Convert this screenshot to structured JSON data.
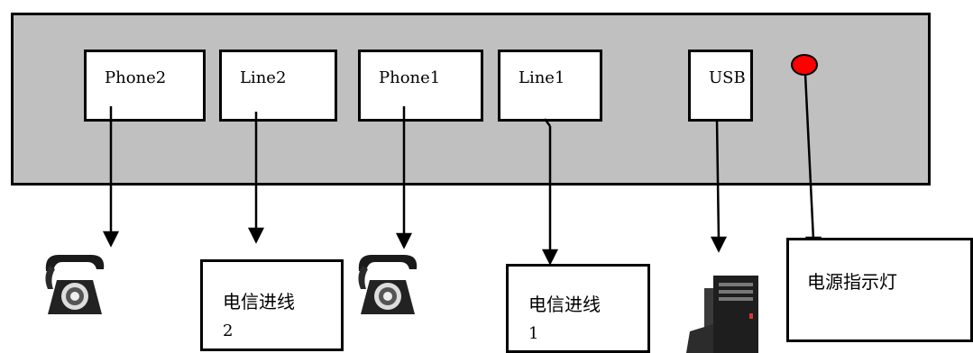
{
  "ports": {
    "phone2": "Phone2",
    "line2": "Line2",
    "phone1": "Phone1",
    "line1": "Line1",
    "usb": "USB"
  },
  "labels": {
    "line2_in": "电信进线",
    "line2_num": "2",
    "line1_in": "电信进线",
    "line1_num": "1",
    "power_indicator": "电源指示灯"
  },
  "colors": {
    "panel": "#c0c0c0",
    "led": "#ff0000"
  },
  "icons": [
    "telephone-icon",
    "telephone-icon",
    "computer-icon"
  ]
}
